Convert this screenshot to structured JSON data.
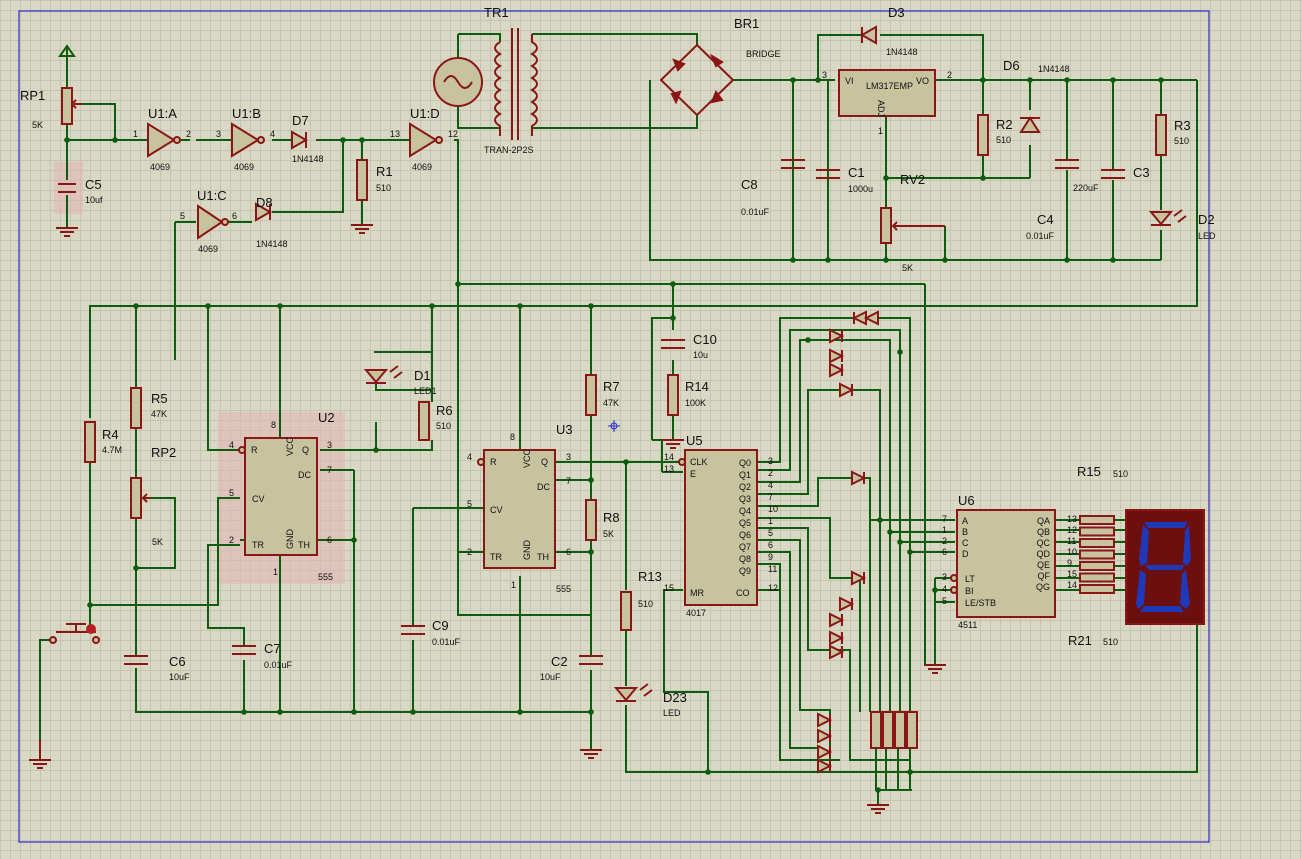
{
  "components": {
    "RP1": {
      "ref": "RP1",
      "val": "5K"
    },
    "C5": {
      "ref": "C5",
      "val": "10uf"
    },
    "U1A": {
      "ref": "U1:A",
      "val": "4069"
    },
    "U1B": {
      "ref": "U1:B",
      "val": "4069"
    },
    "U1C": {
      "ref": "U1:C",
      "val": "4069"
    },
    "U1D": {
      "ref": "U1:D",
      "val": "4069"
    },
    "D7": {
      "ref": "D7",
      "val": "1N4148"
    },
    "D8": {
      "ref": "D8",
      "val": "1N4148"
    },
    "R1": {
      "ref": "R1",
      "val": "510"
    },
    "TR1": {
      "ref": "TR1",
      "val": "TRAN-2P2S"
    },
    "BR1": {
      "ref": "BR1",
      "val": "BRIDGE"
    },
    "D3": {
      "ref": "D3",
      "val": "1N4148"
    },
    "REG": {
      "ref": "LM317EMP",
      "vi": "VI",
      "vo": "VO",
      "adj": "ADJ"
    },
    "D6": {
      "ref": "D6",
      "val": "1N4148"
    },
    "R2": {
      "ref": "R2",
      "val": "510"
    },
    "R3": {
      "ref": "R3",
      "val": "510"
    },
    "C8": {
      "ref": "C8",
      "val": "0.01uF"
    },
    "C1": {
      "ref": "C1",
      "val": "1000u"
    },
    "RV2": {
      "ref": "RV2",
      "val": "5K"
    },
    "C3": {
      "ref": "C3",
      "val": "220uF"
    },
    "C4": {
      "ref": "C4",
      "val": "0.01uF"
    },
    "D2": {
      "ref": "D2",
      "val": "LED"
    },
    "R5": {
      "ref": "R5",
      "val": "47K"
    },
    "R4": {
      "ref": "R4",
      "val": "4.7M"
    },
    "RP2": {
      "ref": "RP2",
      "val": "5K"
    },
    "U2": {
      "ref": "U2",
      "val": "555"
    },
    "D1": {
      "ref": "D1",
      "val": "LED1"
    },
    "R6": {
      "ref": "R6",
      "val": "510"
    },
    "U3": {
      "ref": "U3",
      "val": "555"
    },
    "R7": {
      "ref": "R7",
      "val": "47K"
    },
    "R8": {
      "ref": "R8",
      "val": "5K"
    },
    "C10": {
      "ref": "C10",
      "val": "10u"
    },
    "R14": {
      "ref": "R14",
      "val": "100K"
    },
    "U5": {
      "ref": "U5",
      "val": "4017"
    },
    "R13": {
      "ref": "R13",
      "val": "510"
    },
    "D23": {
      "ref": "D23",
      "val": "LED"
    },
    "C6": {
      "ref": "C6",
      "val": "10uF"
    },
    "C7": {
      "ref": "C7",
      "val": "0.01uF"
    },
    "C9": {
      "ref": "C9",
      "val": "0.01uF"
    },
    "C2": {
      "ref": "C2",
      "val": "10uF"
    },
    "U6": {
      "ref": "U6",
      "val": "4511"
    },
    "R15": {
      "ref": "R15",
      "val": "510"
    },
    "R21": {
      "ref": "R21",
      "val": "510"
    }
  },
  "pins555": {
    "r": "R",
    "vcc": "VCC",
    "q": "Q",
    "dc": "DC",
    "cv": "CV",
    "tr": "TR",
    "gnd": "GND",
    "th": "TH"
  },
  "pins4017": {
    "clk": "CLK",
    "e": "E",
    "mr": "MR",
    "co": "CO",
    "outs": [
      "Q0",
      "Q1",
      "Q2",
      "Q3",
      "Q4",
      "Q5",
      "Q6",
      "Q7",
      "Q8",
      "Q9"
    ],
    "out_nums": [
      "3",
      "2",
      "4",
      "7",
      "10",
      "1",
      "5",
      "6",
      "9",
      "11"
    ]
  },
  "pins4511": {
    "in": [
      "A",
      "B",
      "C",
      "D"
    ],
    "in_nums": [
      "7",
      "1",
      "2",
      "6"
    ],
    "ctl": [
      "LT",
      "BI",
      "LE/STB"
    ],
    "ctl_nums": [
      "3",
      "4",
      "5"
    ],
    "outs": [
      "QA",
      "QB",
      "QC",
      "QD",
      "QE",
      "QF",
      "QG"
    ],
    "out_nums": [
      "13",
      "12",
      "11",
      "10",
      "9",
      "15",
      "14"
    ]
  },
  "pin_numbers": {
    "u1a": [
      "1",
      "2"
    ],
    "u1b": [
      "3",
      "4"
    ],
    "u1d": [
      "13",
      "12"
    ],
    "u1c": [
      "5",
      "6"
    ],
    "reg": [
      "3",
      "2",
      "1"
    ],
    "u2": [
      "4",
      "8",
      "3",
      "7",
      "5",
      "2",
      "1",
      "6"
    ],
    "u3": [
      "4",
      "8",
      "3",
      "7",
      "5",
      "2",
      "1",
      "6"
    ],
    "u5": [
      "14",
      "13",
      "15",
      "12"
    ]
  },
  "colors": {
    "wire": "#0e5d0e",
    "component": "#8a1616",
    "sheet_border": "#2c2cc8",
    "display_segment": "#1f39b8"
  }
}
